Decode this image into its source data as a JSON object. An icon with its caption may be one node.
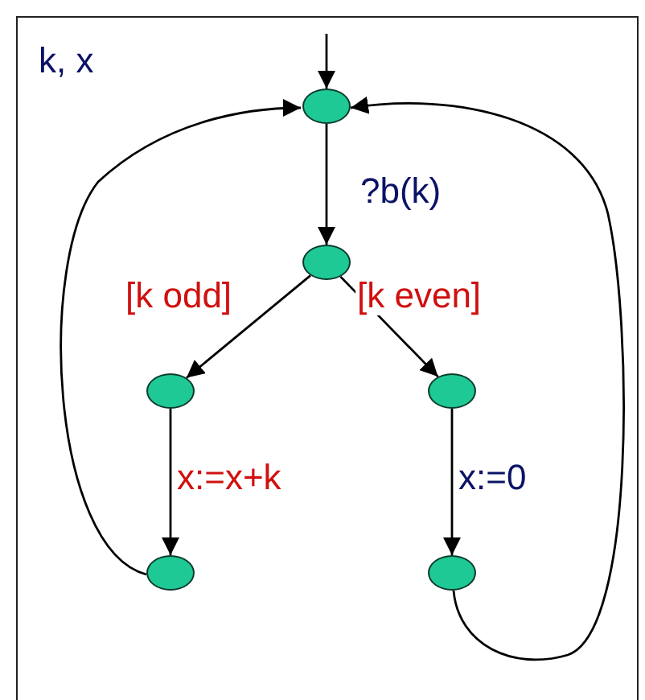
{
  "diagram": {
    "nodes": [
      {
        "text": [
          "k, x"
        ]
      },
      {
        "text": [],
        "shape": "circle",
        "in": 0
      },
      {
        "text": [],
        "shape": "circle",
        "in": 0
      },
      {
        "text": [],
        "shape": "circle",
        "in": 0
      },
      {
        "text": [],
        "shape": "circle",
        "in": 0
      },
      {
        "text": [],
        "shape": "circle",
        "in": 0
      },
      {
        "text": [],
        "shape": "circle",
        "in": 0
      }
    ],
    "edges": [
      {
        "from": null,
        "to": 1,
        "arrow": "to"
      },
      {
        "from": 1,
        "to": 2,
        "arrow": "to",
        "label": "?b(k)"
      },
      {
        "from": 2,
        "to": 3,
        "arrow": "to",
        "label": "[k odd]"
      },
      {
        "from": 2,
        "to": 4,
        "arrow": "to",
        "label": "[k even]"
      },
      {
        "from": 3,
        "to": 5,
        "arrow": "to",
        "label": "x:=x+k"
      },
      {
        "from": 4,
        "to": 6,
        "arrow": "to",
        "label": "x:=0"
      },
      {
        "from": 5,
        "to": 1,
        "arrow": "to"
      },
      {
        "from": 6,
        "to": 1,
        "arrow": "to"
      }
    ]
  }
}
